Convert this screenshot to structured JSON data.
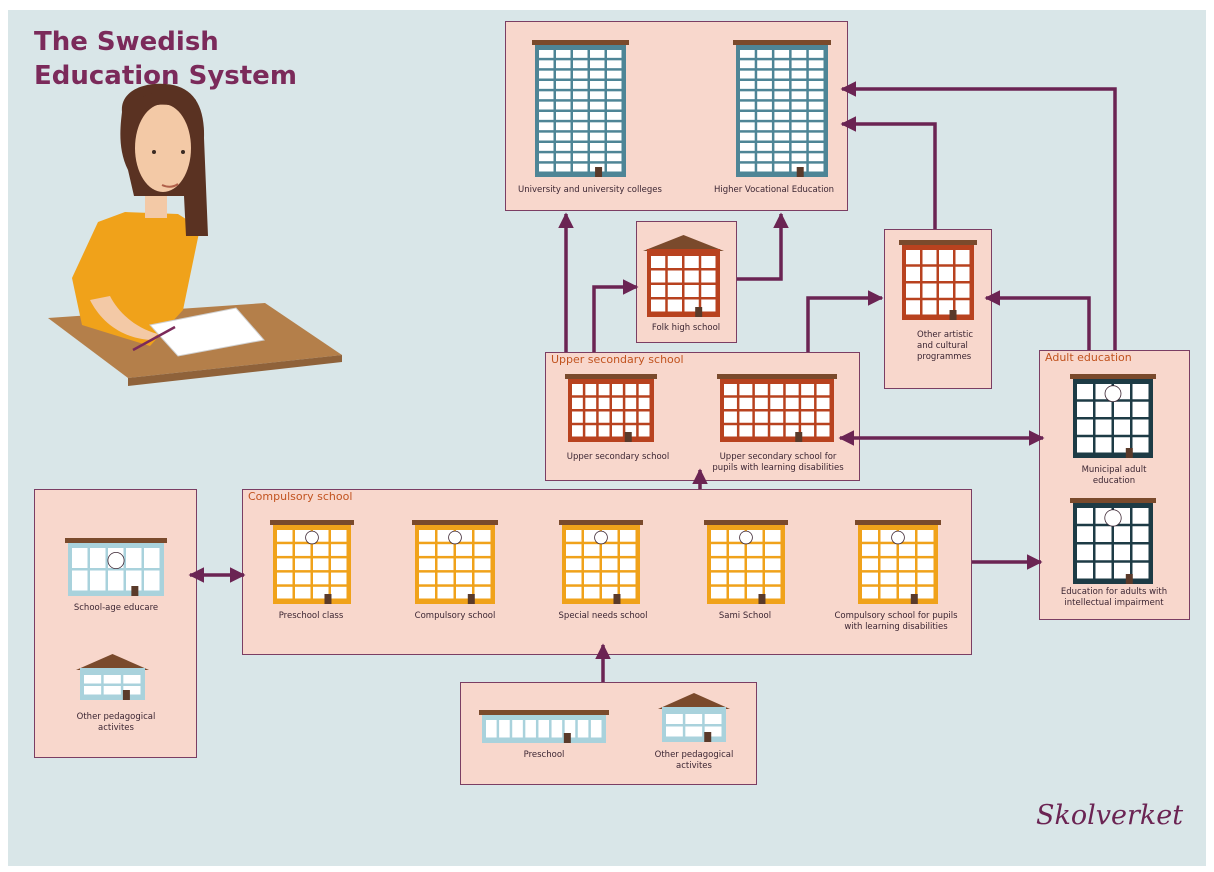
{
  "title_line1": "The Swedish",
  "title_line2": "Education System",
  "brand": "Skolverket",
  "colors": {
    "background": "#d9e6e8",
    "box_fill": "#f8d7cc",
    "border": "#7b3e63",
    "arrow": "#6b2453",
    "heading": "#7b2a5a",
    "group_title": "#c1531f",
    "university_building": "#4e8596",
    "folk_building": "#b8421f",
    "compulsory_building": "#f0a21a",
    "adult_building": "#1d3b45",
    "preschool_building": "#a9d2dc"
  },
  "higher_ed": {
    "university": "University and university colleges",
    "vocational": "Higher Vocational Education"
  },
  "folk_high_school": "Folk high school",
  "other_artistic": {
    "line1": "Other artistic",
    "line2": "and cultural",
    "line3": "programmes"
  },
  "upper_secondary": {
    "title": "Upper secondary school",
    "school": "Upper secondary school",
    "ld_line1": "Upper secondary school for",
    "ld_line2": "pupils with learning disabilities"
  },
  "adult_education": {
    "title": "Adult education",
    "municipal_line1": "Municipal adult",
    "municipal_line2": "education",
    "intellectual_line1": "Education for adults with",
    "intellectual_line2": "intellectual impairment"
  },
  "compulsory": {
    "title": "Compulsory school",
    "preschool_class": "Preschool class",
    "compulsory_school": "Compulsory school",
    "special_needs": "Special needs school",
    "sami": "Sami School",
    "ld_line1": "Compulsory school for pupils",
    "ld_line2": "with learning disabilities"
  },
  "school_age": {
    "educare": "School-age educare",
    "other_line1": "Other pedagogical",
    "other_line2": "activites"
  },
  "preschool": {
    "preschool": "Preschool",
    "other_line1": "Other pedagogical",
    "other_line2": "activites"
  }
}
